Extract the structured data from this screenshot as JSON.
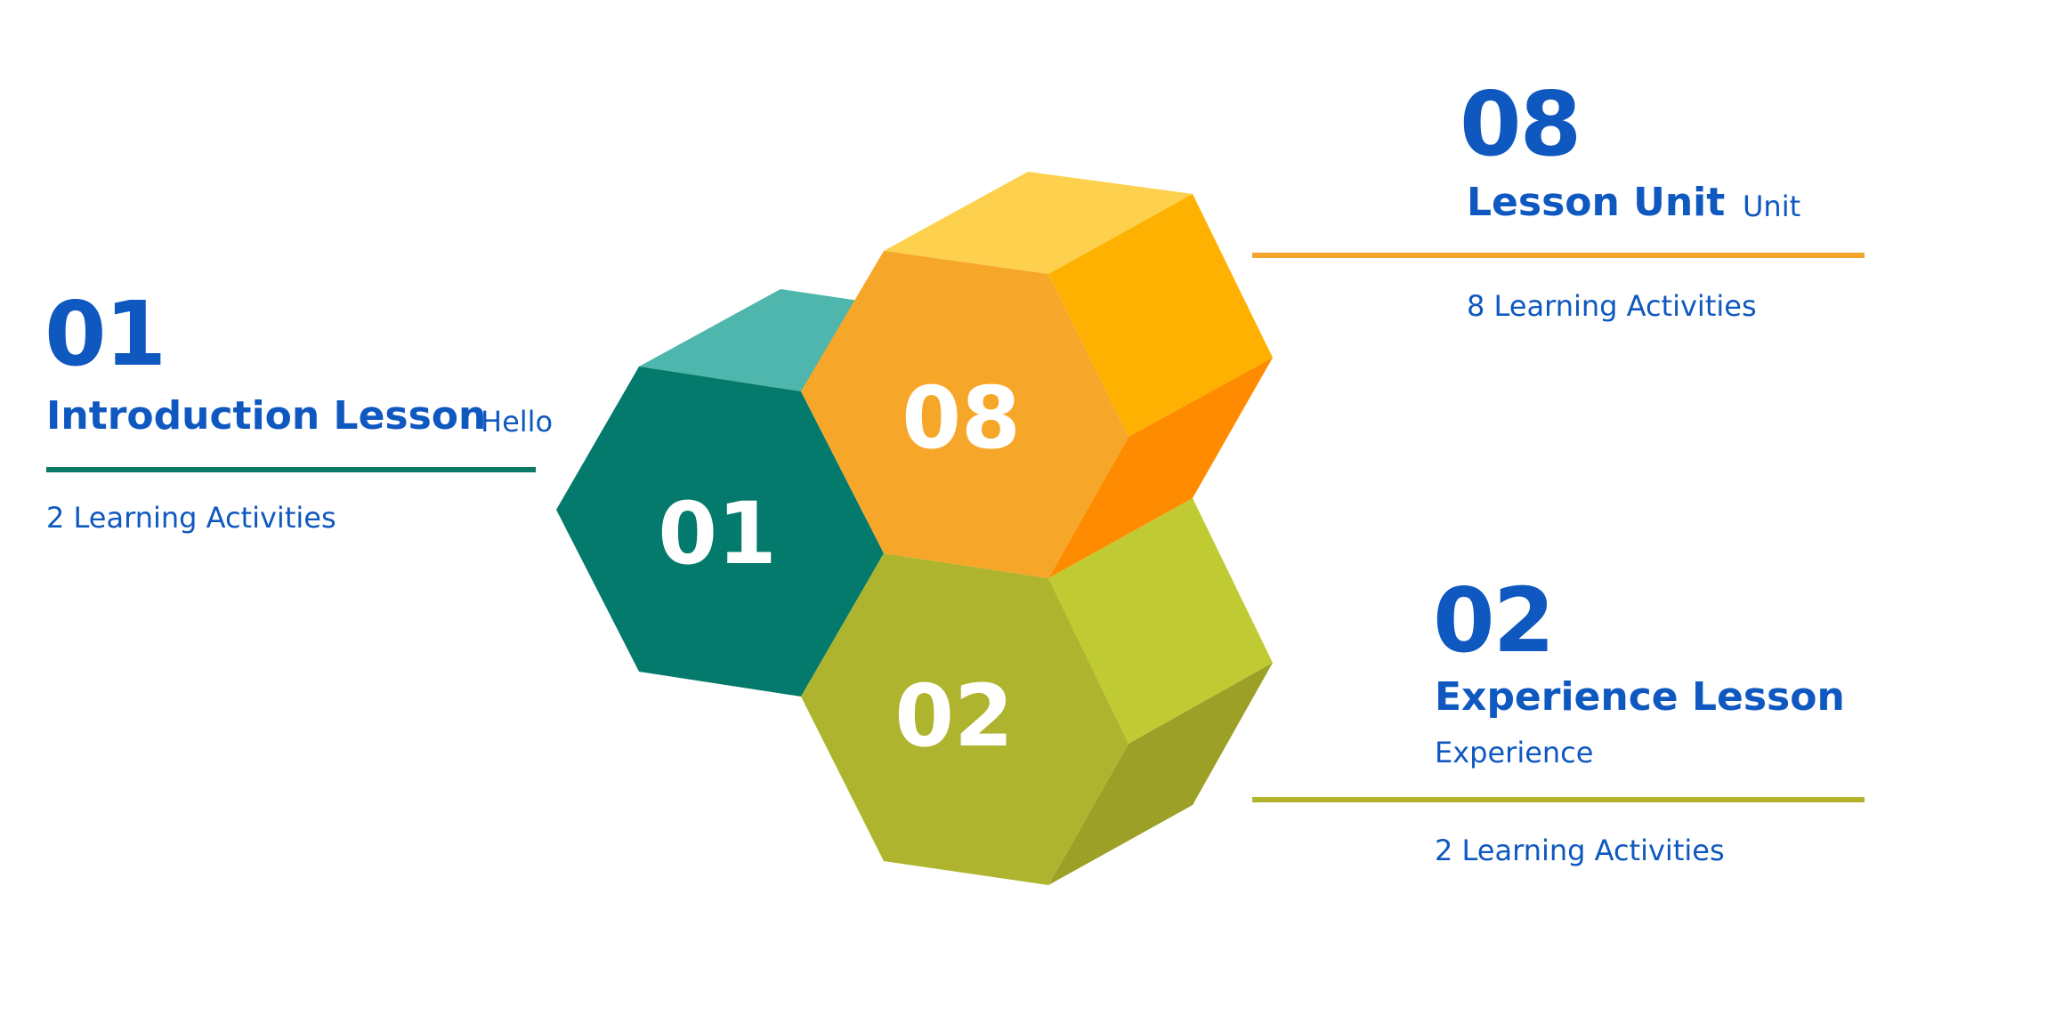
{
  "colors": {
    "text_blue": "#0f58c0",
    "teal_front": "#037a6b",
    "teal_top": "#4fb6ad",
    "orange_front": "#f6a729",
    "orange_top": "#fdd14e",
    "orange_right_upper": "#feb100",
    "orange_right_lower": "#ff8c00",
    "olive_front": "#afb42e",
    "olive_right_upper": "#c0cb33",
    "olive_right_lower": "#9da026",
    "rule_teal": "#0b7a64",
    "rule_orange": "#f3a42b",
    "rule_olive": "#b3b42d"
  },
  "hexagons": [
    {
      "id": "01",
      "label": "01",
      "color": "teal"
    },
    {
      "id": "08",
      "label": "08",
      "color": "orange"
    },
    {
      "id": "02",
      "label": "02",
      "color": "olive"
    }
  ],
  "lessons": {
    "intro": {
      "number": "01",
      "title": "Introduction Lesson",
      "subtitle": "Hello",
      "activities": "2 Learning Activities"
    },
    "unit": {
      "number": "08",
      "title": "Lesson Unit",
      "subtitle": "Unit",
      "activities": "8 Learning Activities"
    },
    "experience": {
      "number": "02",
      "title": "Experience Lesson",
      "subtitle": "Experience",
      "activities": "2 Learning Activities"
    }
  }
}
